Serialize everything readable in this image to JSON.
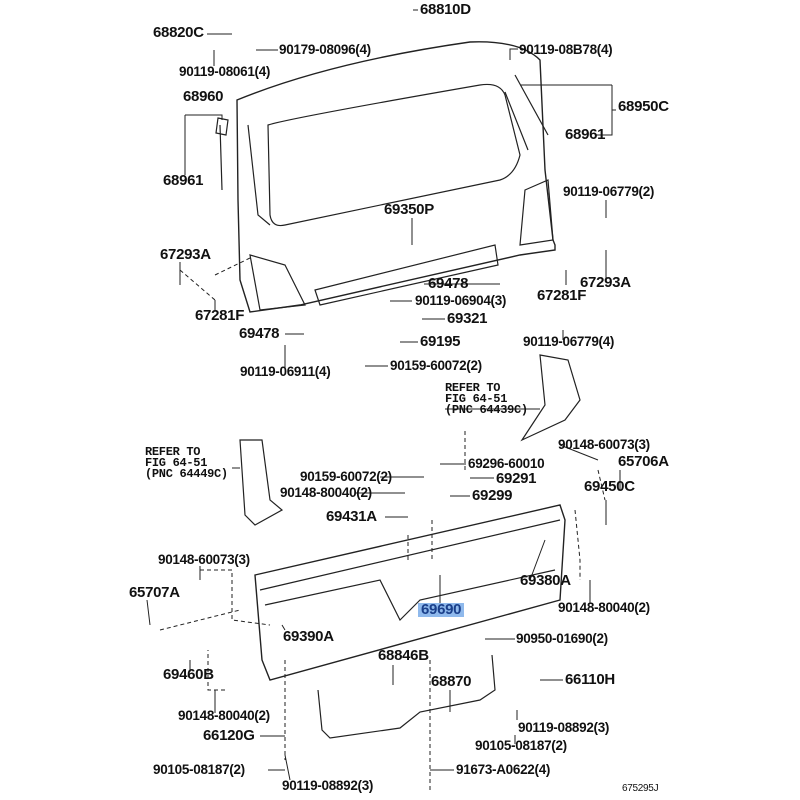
{
  "labels": {
    "p68810D": "68810D",
    "p68820C": "68820C",
    "p90179_08096": "90179-08096(4)",
    "p90119_08B78": "90119-08B78(4)",
    "p90119_08061": "90119-08061(4)",
    "p68960": "68960",
    "p68950C": "68950C",
    "p68961_r": "68961",
    "p68961_l": "68961",
    "p69350P": "69350P",
    "p90119_06779_2": "90119-06779(2)",
    "p67293A_l": "67293A",
    "p67293A_r": "67293A",
    "p69478_r": "69478",
    "p90119_06904": "90119-06904(3)",
    "p67281F_l": "67281F",
    "p67281F_r": "67281F",
    "p69321": "69321",
    "p69478_l": "69478",
    "p69195": "69195",
    "p90119_06779_4": "90119-06779(4)",
    "p90119_06911": "90119-06911(4)",
    "p90159_60072_a": "90159-60072(2)",
    "p90148_60073_r": "90148-60073(3)",
    "p65706A": "65706A",
    "p69296_60010": "69296-60010",
    "p90159_60072_b": "90159-60072(2)",
    "p69291": "69291",
    "p90148_80040_a": "90148-80040(2)",
    "p69299": "69299",
    "p69450C": "69450C",
    "p69431A": "69431A",
    "p90148_60073_l": "90148-60073(3)",
    "p69380A": "69380A",
    "p65707A": "65707A",
    "p69690": "69690",
    "p90148_80040_b": "90148-80040(2)",
    "p69390A": "69390A",
    "p90950_01690": "90950-01690(2)",
    "p68846B": "68846B",
    "p69460B": "69460B",
    "p68870": "68870",
    "p66110H": "66110H",
    "p90148_80040_c": "90148-80040(2)",
    "p90119_08892_r": "90119-08892(3)",
    "p66120G": "66120G",
    "p90105_08187_r": "90105-08187(2)",
    "p90105_08187_l": "90105-08187(2)",
    "p91673_A0622": "91673-A0622(4)",
    "p90119_08892_l": "90119-08892(3)"
  },
  "refs": {
    "right": {
      "line1": "REFER TO",
      "line2": "FIG 64-51",
      "line3": "(PNC 64439C)"
    },
    "left": {
      "line1": "REFER TO",
      "line2": "FIG 64-51",
      "line3": "(PNC 64449C)"
    }
  },
  "diagram_code": "675295J",
  "colors": {
    "highlight": "#8fb9ec",
    "ink": "#111111"
  }
}
